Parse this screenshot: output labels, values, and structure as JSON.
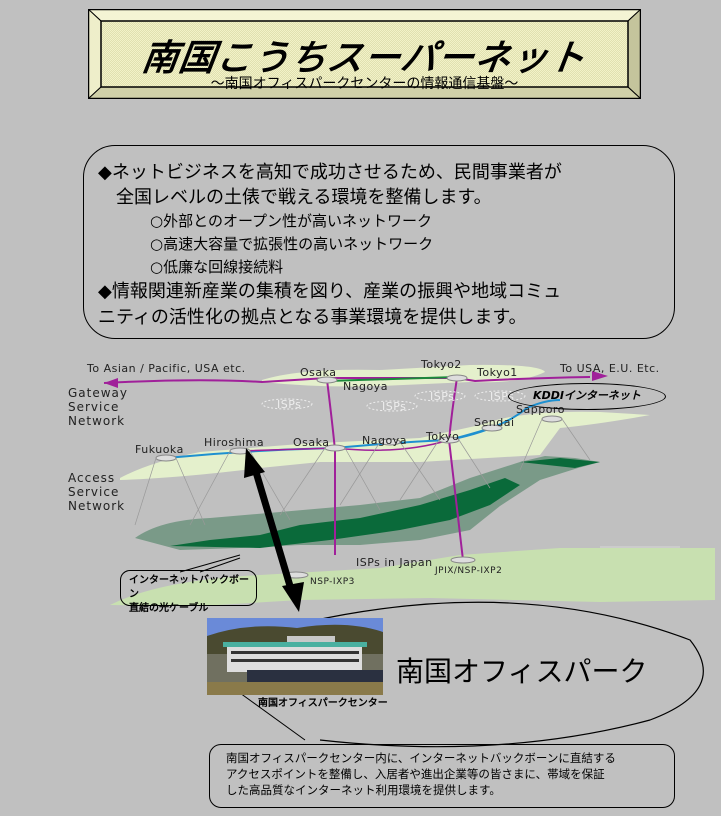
{
  "banner": {
    "title": "南国こうちスーパーネット",
    "subtitle": "～南国オフィスパークセンターの情報通信基盤～",
    "colors": {
      "face": "#efefc0",
      "bevel_light": "#f6f6d8",
      "bevel_dark": "#c8c8a0"
    }
  },
  "info": {
    "lines": [
      {
        "text": "◆ネットビジネスを高知で成功させるため、民間事業者が",
        "kind": "big"
      },
      {
        "text": "　全国レベルの土俵で戦える環境を整備します。",
        "kind": "big"
      },
      {
        "text": "○外部とのオープン性が高いネットワーク",
        "kind": "small"
      },
      {
        "text": "○高速大容量で拡張性の高いネットワーク",
        "kind": "small"
      },
      {
        "text": "○低廉な回線接続料",
        "kind": "small"
      },
      {
        "text": "◆情報関連新産業の集積を図り、産業の振興や地域コミュ",
        "kind": "big"
      },
      {
        "text": "ニティの活性化の拠点となる事業環境を提供します。",
        "kind": "big"
      }
    ]
  },
  "diagram": {
    "arrow_left_label": "To Asian / Pacific, USA etc.",
    "arrow_right_label": "To USA, E.U. Etc.",
    "gateway_label": [
      "Gateway",
      "Service",
      "Network"
    ],
    "access_label": [
      "Access",
      "Service",
      "Network"
    ],
    "gateway_nodes": [
      "Osaka",
      "Nagoya",
      "Tokyo2",
      "Tokyo1"
    ],
    "isp_label": "ISPs",
    "access_nodes": [
      "Fukuoka",
      "Hiroshima",
      "Osaka",
      "Nagoya",
      "Tokyo",
      "Sendai",
      "Sapporo"
    ],
    "isps_japan": "ISPs in Japan",
    "ixp_nodes": [
      "NSP-IXP3",
      "JPIX/NSP-IXP2"
    ],
    "kddi_label": "KDDIインターネット",
    "callout": [
      "インターネットバックボーン",
      "直結の光ケーブル"
    ],
    "colors": {
      "band": "#e4f0cc",
      "magenta": "#a0209a",
      "blue": "#1e90d0",
      "green": "#0a6a3a",
      "land": "#7a9a88"
    }
  },
  "park": {
    "photo_caption": "南国オフィスパークセンター",
    "name": "南国オフィスパーク"
  },
  "description": {
    "lines": [
      "南国オフィスパークセンター内に、インターネットバックボーンに直結する",
      "アクセスポイントを整備し、入居者や進出企業等の皆さまに、帯域を保証",
      "した高品質なインターネット利用環境を提供します。"
    ]
  }
}
